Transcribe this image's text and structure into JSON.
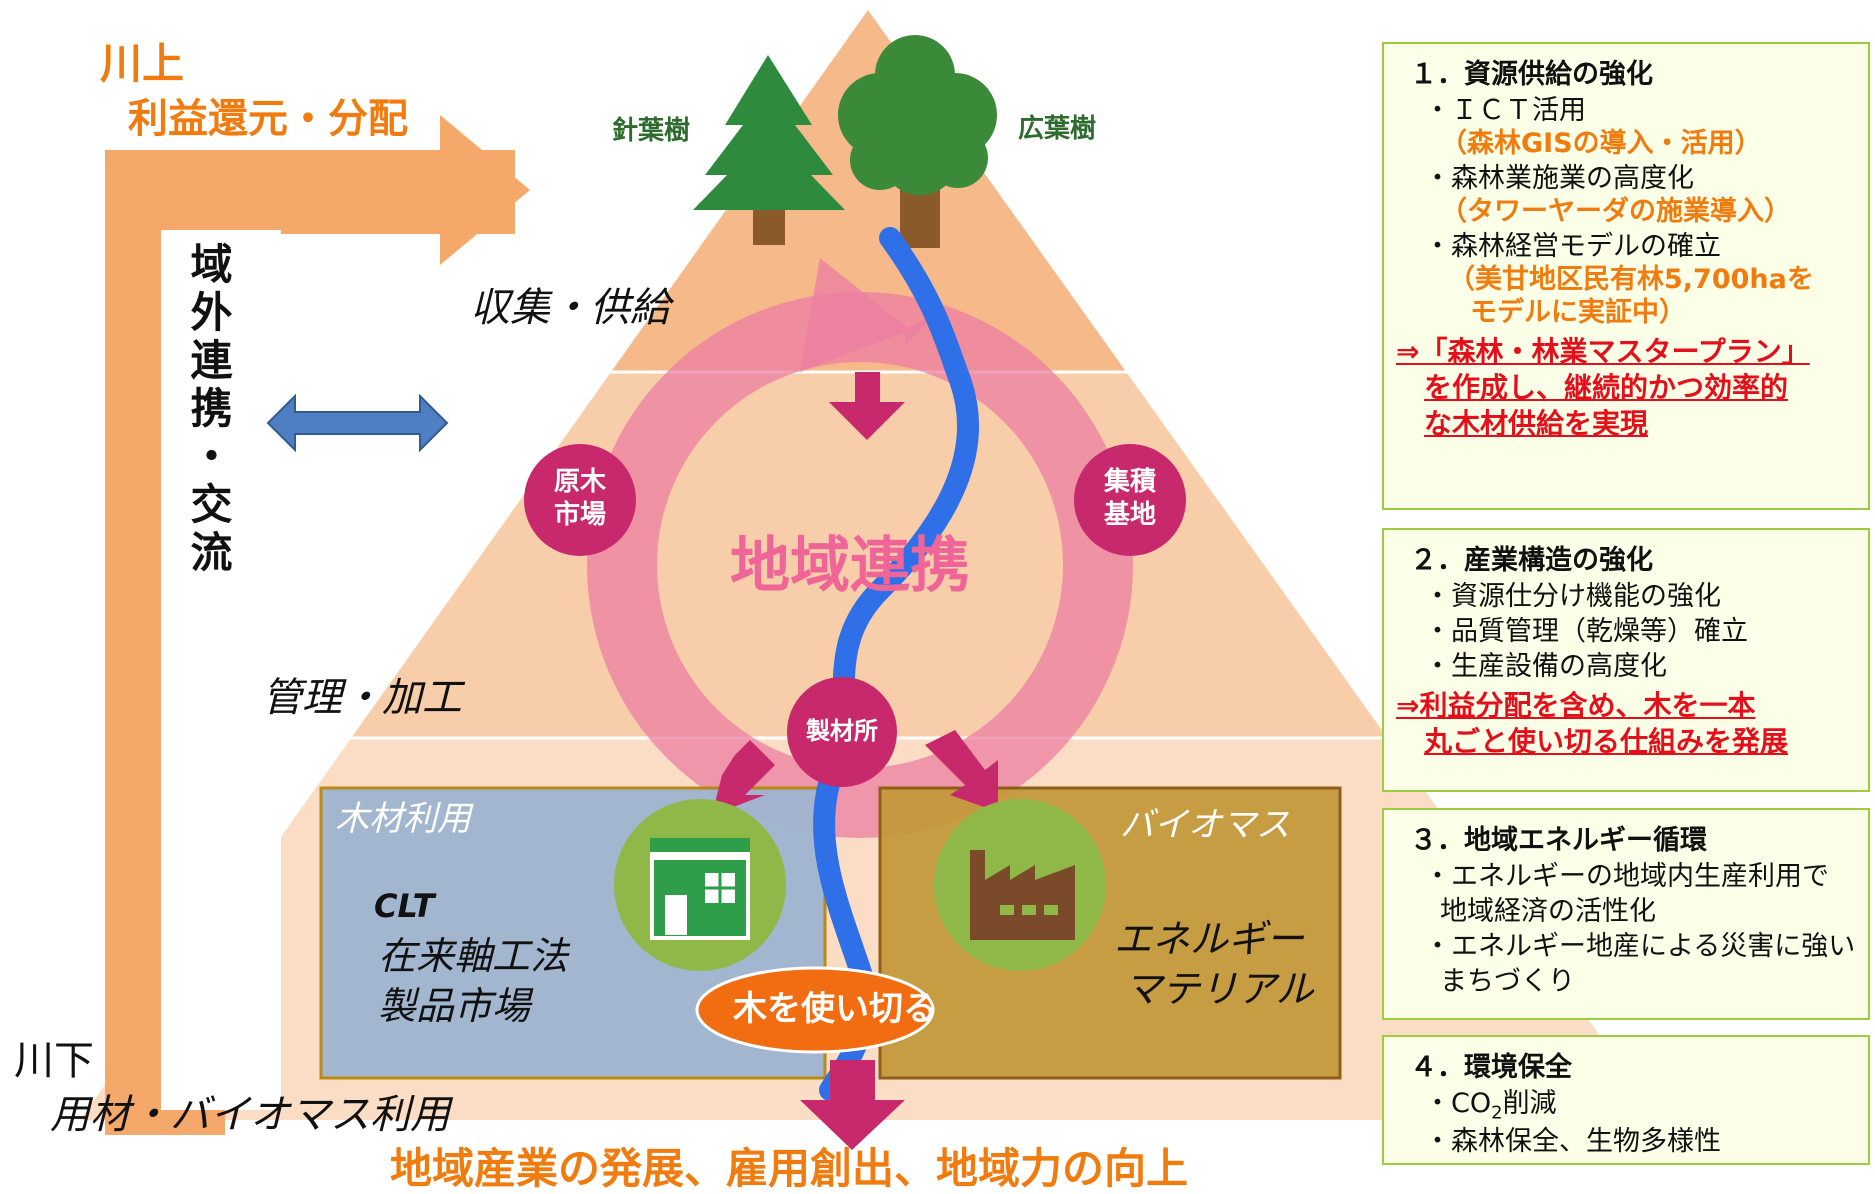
{
  "upstream": {
    "title": "川上",
    "subtitle": "利益還元・分配"
  },
  "vertical_label": "域外連携・交流",
  "trees": {
    "conifer": "針葉樹",
    "broadleaf": "広葉樹"
  },
  "stage_labels": {
    "collect": "収集・供給",
    "manage": "管理・加工"
  },
  "center_title": "地域連携",
  "nodes": {
    "log_market": "原木\n市場",
    "collection_base": "集積\n基地",
    "sawmill": "製材所"
  },
  "wood_box": {
    "title": "木材利用",
    "lines": [
      "CLT",
      "在来軸工法",
      "製品市場"
    ]
  },
  "biomass_box": {
    "title": "バイオマス",
    "lines": [
      "エネルギー",
      "マテリアル"
    ]
  },
  "use_all": "木を使い切る",
  "downstream": {
    "title": "川下",
    "subtitle": "用材・バイオマス利用"
  },
  "bottom_result": "地域産業の発展、雇用創出、地域力の向上",
  "panels": [
    {
      "heading": "１．資源供給の強化",
      "items": [
        "・ＩＣＴ活用",
        "（森林GISの導入・活用）",
        "・森林業施業の高度化",
        "（タワーヤーダの施業導入）",
        "・森林経営モデルの確立",
        "（美甘地区民有林5,700haを",
        "モデルに実証中）"
      ],
      "result": [
        "⇒「森林・林業マスタープラン」",
        "を作成し、継続的かつ効率的",
        "な木材供給を実現"
      ]
    },
    {
      "heading": "２．産業構造の強化",
      "items": [
        "・資源仕分け機能の強化",
        "・品質管理（乾燥等）確立",
        "・生産設備の高度化"
      ],
      "result": [
        "⇒利益分配を含め、木を一本",
        "丸ごと使い切る仕組みを発展"
      ]
    },
    {
      "heading": "３．地域エネルギー循環",
      "items": [
        "・エネルギーの地域内生産利用で",
        "地域経済の活性化",
        "・エネルギー地産による災害に強い",
        "まちづくり"
      ]
    },
    {
      "heading": "４．環境保全",
      "items": [
        "・CO",
        "2",
        "削減",
        "・森林保全、生物多様性"
      ]
    }
  ],
  "colors": {
    "pyramid_top": "#f5b98a",
    "pyramid_mid": "#f8cdaa",
    "pyramid_bottom": "#fbdcc4",
    "arrow_orange": "#f4a869",
    "circle_pink": "#ec7fa1",
    "node_magenta": "#c8296d",
    "river_blue": "#2f6fe8",
    "wood_box_bg": "#9fb5d1",
    "biomass_box_bg": "#c49a3c",
    "icon_green": "#8fb848",
    "orange_text": "#f07c10",
    "red_text": "#e3101c",
    "oval_orange": "#f26d12"
  }
}
